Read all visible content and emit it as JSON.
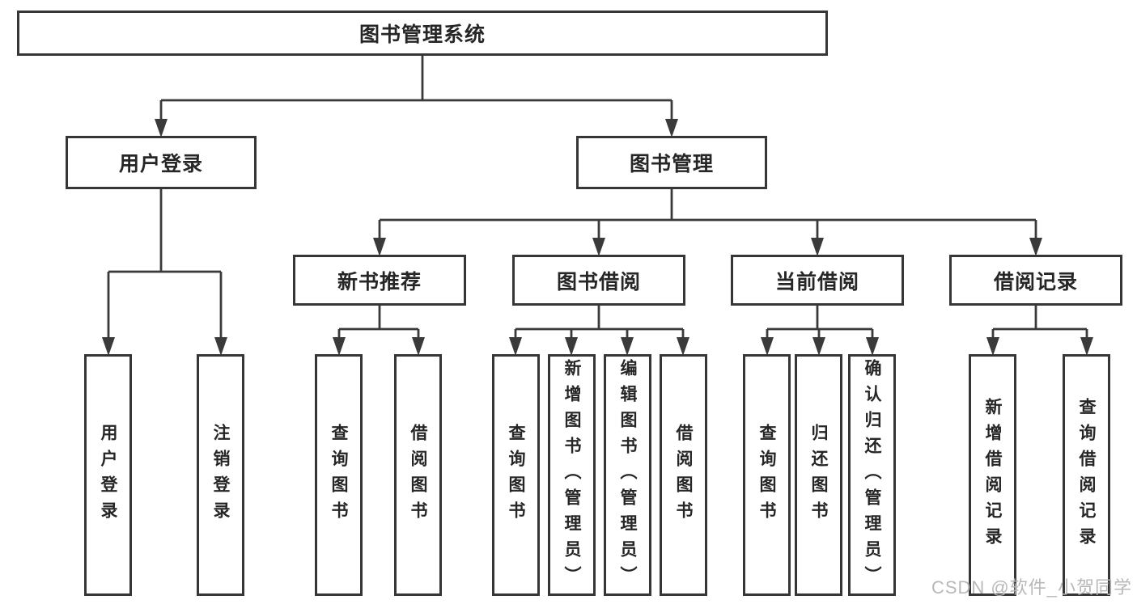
{
  "diagram": {
    "watermark": "CSDN @软件_小贺同学",
    "colors": {
      "line": "#3a3a3a",
      "box_border": "#363636",
      "text": "#262626",
      "box_background": "#ffffff",
      "watermark": "#b5b5b5"
    },
    "tree": {
      "label": "图书管理系统",
      "children": [
        {
          "label": "用户登录",
          "children": [
            {
              "label": "用户登录"
            },
            {
              "label": "注销登录"
            }
          ]
        },
        {
          "label": "图书管理",
          "children": [
            {
              "label": "新书推荐",
              "children": [
                {
                  "label": "查询图书"
                },
                {
                  "label": "借阅图书"
                }
              ]
            },
            {
              "label": "图书借阅",
              "children": [
                {
                  "label": "查询图书"
                },
                {
                  "label": "新增图书（管理员）"
                },
                {
                  "label": "编辑图书（管理员）"
                },
                {
                  "label": "借阅图书"
                }
              ]
            },
            {
              "label": "当前借阅",
              "children": [
                {
                  "label": "查询图书"
                },
                {
                  "label": "归还图书"
                },
                {
                  "label": "确认归还（管理员）"
                }
              ]
            },
            {
              "label": "借阅记录",
              "children": [
                {
                  "label": "新增借阅记录"
                },
                {
                  "label": "查询借阅记录"
                }
              ]
            }
          ]
        }
      ]
    }
  }
}
